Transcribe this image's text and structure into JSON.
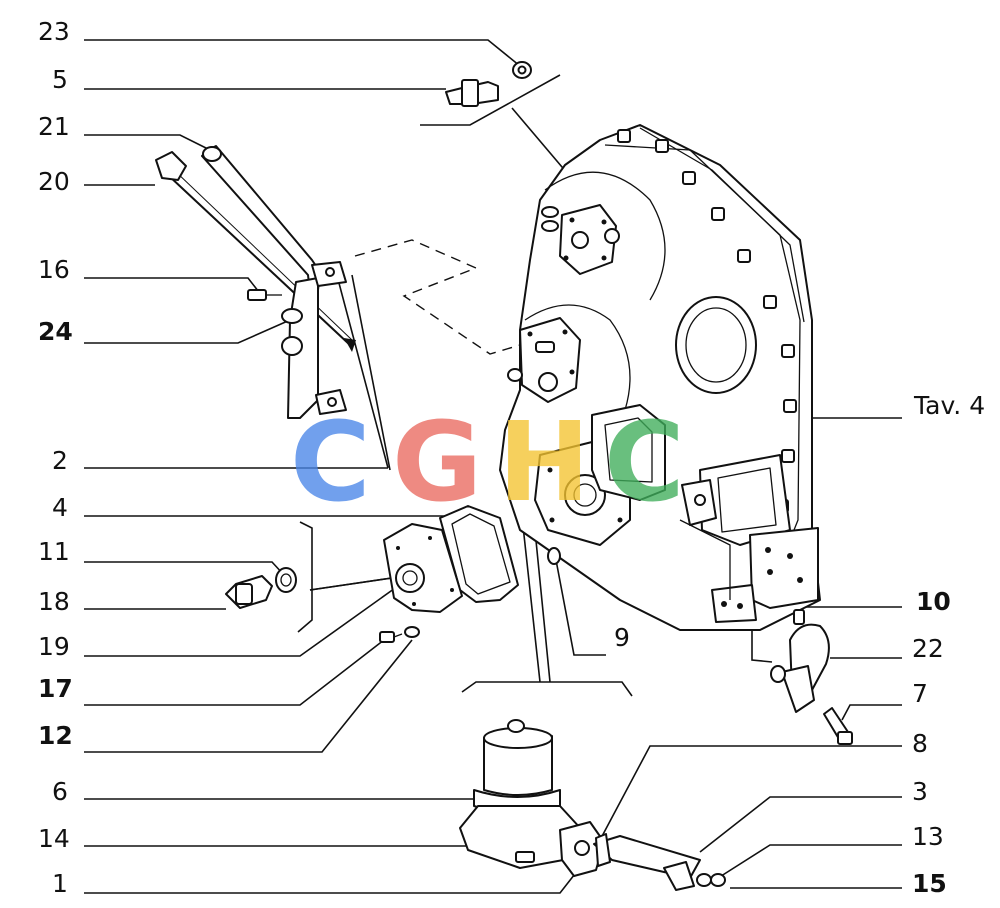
{
  "callouts": {
    "left": [
      {
        "id": "c23",
        "text": "23",
        "bold": false
      },
      {
        "id": "c5",
        "text": "5",
        "bold": false
      },
      {
        "id": "c21",
        "text": "21",
        "bold": false
      },
      {
        "id": "c20",
        "text": "20",
        "bold": false
      },
      {
        "id": "c16",
        "text": "16",
        "bold": false
      },
      {
        "id": "c24",
        "text": "24",
        "bold": true
      },
      {
        "id": "c2",
        "text": "2",
        "bold": false
      },
      {
        "id": "c4",
        "text": "4",
        "bold": false
      },
      {
        "id": "c11",
        "text": "11",
        "bold": false
      },
      {
        "id": "c18",
        "text": "18",
        "bold": false
      },
      {
        "id": "c19",
        "text": "19",
        "bold": false
      },
      {
        "id": "c17",
        "text": "17",
        "bold": true
      },
      {
        "id": "c12",
        "text": "12",
        "bold": true
      },
      {
        "id": "c6",
        "text": "6",
        "bold": false
      },
      {
        "id": "c14",
        "text": "14",
        "bold": false
      },
      {
        "id": "c1",
        "text": "1",
        "bold": false
      }
    ],
    "right": [
      {
        "id": "ctav",
        "text": "Tav. 4",
        "bold": false
      },
      {
        "id": "c10",
        "text": "10",
        "bold": true
      },
      {
        "id": "c22",
        "text": "22",
        "bold": false
      },
      {
        "id": "c7",
        "text": "7",
        "bold": false
      },
      {
        "id": "c8",
        "text": "8",
        "bold": false
      },
      {
        "id": "c3",
        "text": "3",
        "bold": false
      },
      {
        "id": "c13",
        "text": "13",
        "bold": false
      },
      {
        "id": "c15",
        "text": "15",
        "bold": true
      }
    ],
    "inner": [
      {
        "id": "c9",
        "text": "9",
        "bold": false
      }
    ]
  },
  "watermark": {
    "letters": [
      "C",
      "G",
      "H",
      "C"
    ],
    "colors": [
      "#4a86e8",
      "#ea6a5f",
      "#f4c430",
      "#3fae5a"
    ]
  }
}
